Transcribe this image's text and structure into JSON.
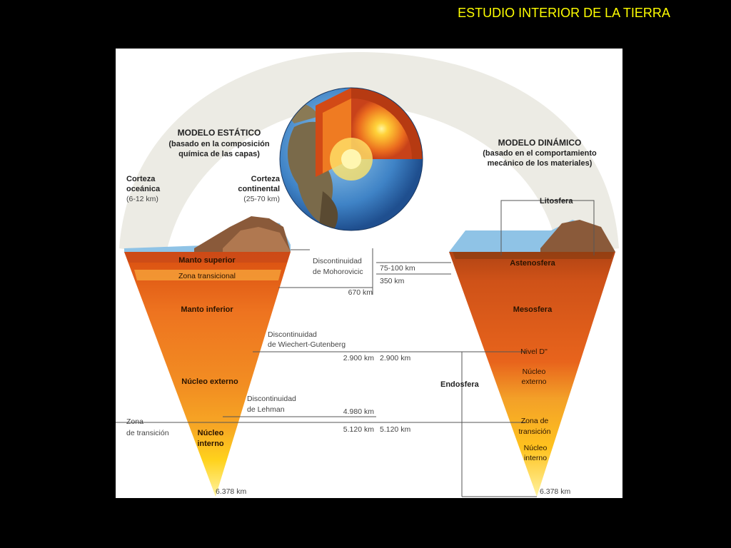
{
  "slide": {
    "title": "ESTUDIO INTERIOR DE LA TIERRA"
  },
  "static_model": {
    "title": "MODELO ESTÁTICO",
    "subtitle_1": "(basado en la composición",
    "subtitle_2": "química de las capas)",
    "oceanic_crust": {
      "line1": "Corteza",
      "line2": "oceánica",
      "range": "(6-12 km)"
    },
    "continental_crust": {
      "line1": "Corteza",
      "line2": "continental",
      "range": "(25-70 km)"
    },
    "layers": {
      "upper_mantle": "Manto superior",
      "transition_zone": "Zona transicional",
      "lower_mantle": "Manto inferior",
      "outer_core": "Núcleo externo",
      "inner_core_1": "Núcleo",
      "inner_core_2": "interno"
    },
    "transition_zone_side": {
      "line1": "Zona",
      "line2": "de transición"
    },
    "bottom_depth": "6.378  km"
  },
  "dynamic_model": {
    "title": "MODELO DINÁMICO",
    "subtitle_1": "(basado en el comportamiento",
    "subtitle_2": "mecánico de los materiales)",
    "lithosphere": "Litosfera",
    "endosphere": "Endosfera",
    "layers": {
      "asthenosphere": "Astenosfera",
      "mesosphere": "Mesosfera",
      "level_d": "Nivel D''",
      "outer_core_1": "Núcleo",
      "outer_core_2": "externo",
      "transition_1": "Zona de",
      "transition_2": "transición",
      "inner_core_1": "Núcleo",
      "inner_core_2": "interno"
    },
    "bottom_depth": "6.378  km"
  },
  "discontinuities": {
    "mohorovicic_1": "Discontinuidad",
    "mohorovicic_2": "de Mohorovicic",
    "wiechert_1": "Discontinuidad",
    "wiechert_2": "de Wiechert-Gutenberg",
    "lehman_1": "Discontinuidad",
    "lehman_2": "de Lehman"
  },
  "depths": {
    "d_75_100": "75-100 km",
    "d_350": "350 km",
    "d_670": "670 km",
    "d_2900_left": "2.900  km",
    "d_2900_right": "2.900  km",
    "d_4980": "4.980 km",
    "d_5120_left": "5.120  km",
    "d_5120_right": "5.120  km"
  },
  "colors": {
    "background": "#000000",
    "title": "#ffff00",
    "arch": "#ecebe4",
    "ocean": "#8fc3e6",
    "mantle": "#ea6a1e",
    "core": "#ffd21c"
  }
}
